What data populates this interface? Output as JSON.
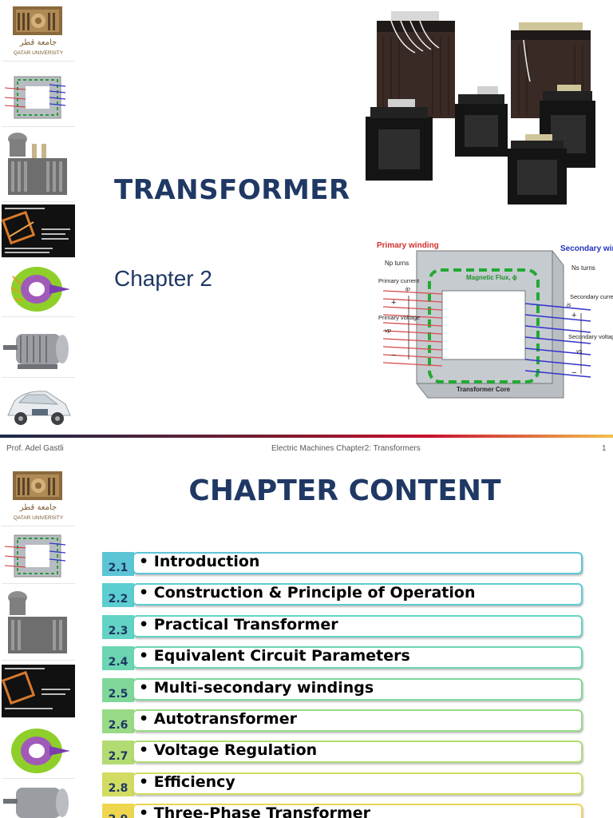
{
  "slide1": {
    "title": "TRANSFORMER",
    "subtitle": "Chapter 2",
    "logo": {
      "arabic": "جامعة قطر",
      "english": "QATAR UNIVERSITY"
    },
    "diagram": {
      "primary_winding": "Primary winding",
      "np_turns": "Np turns",
      "secondary_winding": "Secondary winding",
      "ns_turns": "Ns turns",
      "primary_current": "Primary current",
      "ip": "ip",
      "primary_voltage": "Primary voltage",
      "vp": "vp",
      "magnetic_flux": "Magnetic Flux, ϕ",
      "secondary_current": "Secondary current",
      "is": "is",
      "secondary_voltage": "Secondary voltage",
      "vs": "vs",
      "transformer_core": "Transformer Core",
      "plus": "+",
      "minus": "−"
    }
  },
  "footer": {
    "author": "Prof. Adel Gastli",
    "course": "Electric Machines Chapter2: Transformers",
    "page": "1"
  },
  "slide2": {
    "title": "CHAPTER CONTENT",
    "items": [
      {
        "num": "2.1",
        "label": "• Introduction",
        "color": "#5bc5d6"
      },
      {
        "num": "2.2",
        "label": "• Construction & Principle of Operation",
        "color": "#5ccdd0"
      },
      {
        "num": "2.3",
        "label": "• Practical Transformer",
        "color": "#62d3c4"
      },
      {
        "num": "2.4",
        "label": "• Equivalent Circuit Parameters",
        "color": "#6bd6b1"
      },
      {
        "num": "2.5",
        "label": "• Multi-secondary windings",
        "color": "#7fd89a"
      },
      {
        "num": "2.6",
        "label": "• Autotransformer",
        "color": "#98da86"
      },
      {
        "num": "2.7",
        "label": "• Voltage Regulation",
        "color": "#b3db74"
      },
      {
        "num": "2.8",
        "label": "• Efficiency",
        "color": "#d2dc62"
      },
      {
        "num": "2.9",
        "label": "• Three-Phase Transformer",
        "color": "#eed651"
      }
    ]
  },
  "colors": {
    "title": "#1f3864",
    "accent_bar": "#5bc5d6"
  }
}
